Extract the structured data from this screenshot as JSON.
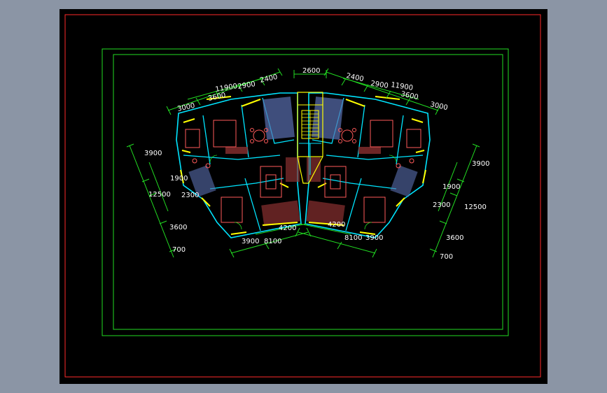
{
  "colors": {
    "background": "#8b95a5",
    "canvas": "#000000",
    "outer_frame": "#ff2a2a",
    "inner_frame": "#22dd22",
    "dimension": "#22dd22",
    "wall": "#00e5ff",
    "furniture": "#ff5a5a",
    "accent": "#ffff00"
  },
  "dimensions": {
    "top_center": "2600",
    "top_left": [
      "11900",
      "2900",
      "2400",
      "3600",
      "3000"
    ],
    "top_right": [
      "2400",
      "2900",
      "11900",
      "3600",
      "3000"
    ],
    "left_vertical": [
      "3900",
      "1900",
      "12500",
      "2300",
      "3600",
      "700"
    ],
    "right_vertical": [
      "3900",
      "1900",
      "12500",
      "2300",
      "3600",
      "700"
    ],
    "bottom_left": [
      "3900",
      "8100",
      "4200"
    ],
    "bottom_right": [
      "8100",
      "3900",
      "4200"
    ]
  }
}
